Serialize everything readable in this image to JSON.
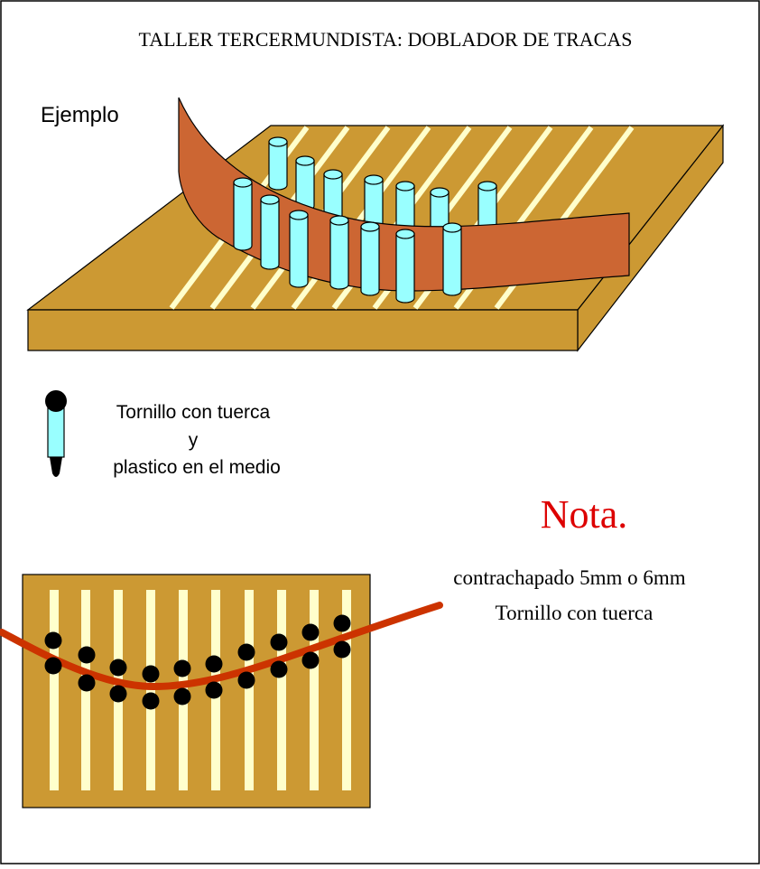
{
  "title": "TALLER TERCERMUNDISTA: DOBLADOR DE TRACAS",
  "example_label": "Ejemplo",
  "legend": {
    "line1": "Tornillo con tuerca",
    "line2": "y",
    "line3": "plastico en el medio"
  },
  "note": {
    "heading": "Nota.",
    "line1": "contrachapado 5mm o 6mm",
    "line2": "Tornillo con tuerca"
  },
  "colors": {
    "board": "#cc9933",
    "board_dark": "#a87a24",
    "slot": "#ffffcc",
    "strake": "#cc6633",
    "strake_dark": "#cc3300",
    "peg": "#99ffff",
    "bolt": "#000000",
    "note_red": "#dd0000"
  }
}
